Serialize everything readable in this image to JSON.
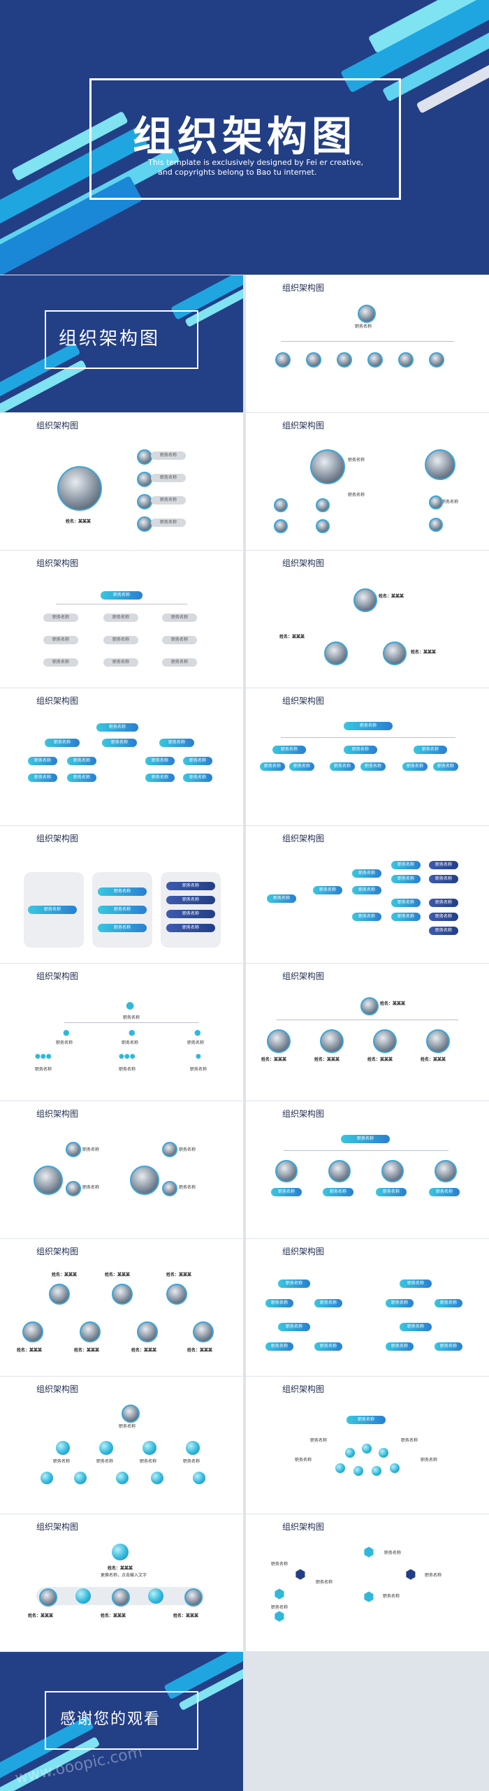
{
  "hero": {
    "title": "组织架构图",
    "subtitle_line1": "This template is exclusively designed by Fei er creative,",
    "subtitle_line2": "and copyrights belong to Bao tu internet."
  },
  "slide_title": "组织架构图",
  "cover_title": "组织架构图",
  "ending_title": "感谢您的观看",
  "role_label": "职务名称",
  "role_label_stack": "职务\n名称",
  "person_name": "姓名：某某某",
  "person_desc": "更换名称，点击输入文字",
  "watermark": "www.ooopic.com",
  "colors": {
    "navy": "#223f85",
    "cyan": "#38c7e0",
    "blue": "#2a7fd1",
    "light_cyan": "#7fe3f2"
  },
  "icons": [
    "person-icon",
    "group-icon",
    "hexagon-person-icon"
  ]
}
